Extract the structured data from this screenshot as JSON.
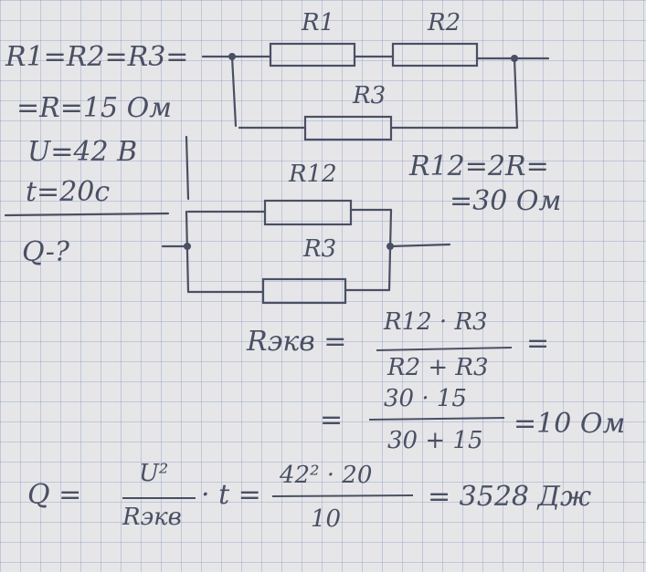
{
  "given": {
    "line1": "R1=R2=R3=",
    "line2": "=R=15 Ом",
    "line3": "U=42 B",
    "line4": "t=20c",
    "unknown": "Q-?"
  },
  "circuit1": {
    "r1": "R1",
    "r2": "R2",
    "r3": "R3"
  },
  "circuit2": {
    "r12": "R12",
    "r3": "R3"
  },
  "calc": {
    "r12_line1": "R12=2R=",
    "r12_line2": "=30 Ом",
    "requiv_lhs": "Rэкв =",
    "requiv_num": "R12 · R3",
    "requiv_den": "R2 + R3",
    "requiv_eq": "=",
    "requiv_eq2": "=",
    "requiv_num2": "30 · 15",
    "requiv_den2": "30 + 15",
    "requiv_result": "=10 Ом",
    "q_lhs": "Q =",
    "q_num": "U²",
    "q_den": "Rэкв",
    "q_mult": "· t =",
    "q_num2": "42² · 20",
    "q_den2": "10",
    "q_result": "= 3528 Дж"
  }
}
